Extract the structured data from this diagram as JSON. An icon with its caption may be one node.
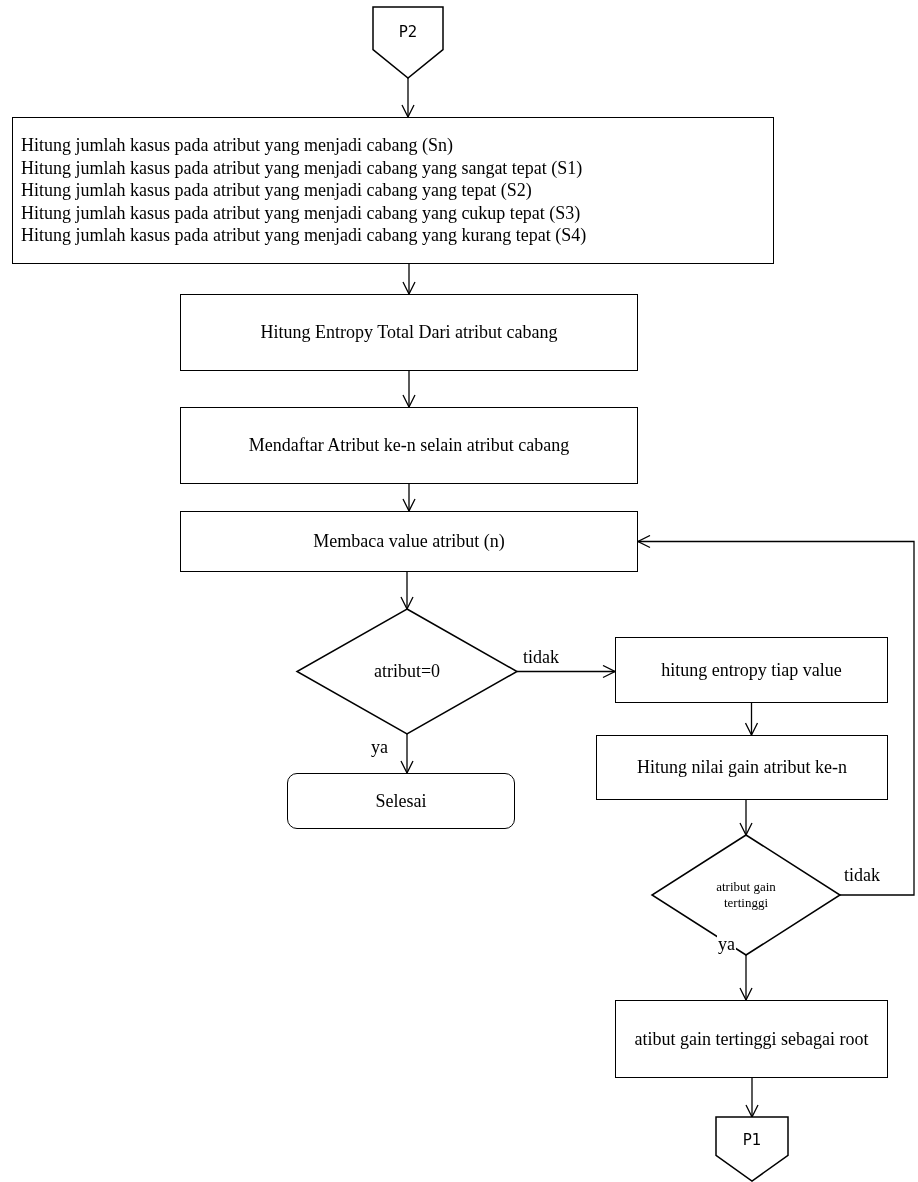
{
  "diagram": {
    "nodes": [
      {
        "text": [
          "P2"
        ]
      },
      {
        "text": [
          "Hitung jumlah kasus pada atribut yang menjadi cabang (Sn)",
          "Hitung jumlah kasus pada atribut yang menjadi cabang yang sangat tepat (S1)",
          "Hitung jumlah kasus pada atribut yang menjadi cabang yang tepat (S2)",
          "Hitung jumlah kasus pada atribut yang menjadi cabang yang cukup tepat (S3)",
          "Hitung jumlah kasus pada atribut yang menjadi cabang yang kurang tepat (S4)"
        ]
      },
      {
        "text": [
          "Hitung Entropy Total Dari atribut cabang"
        ]
      },
      {
        "text": [
          "Mendaftar Atribut ke-n selain atribut cabang"
        ]
      },
      {
        "text": [
          "Membaca value atribut (n)"
        ]
      },
      {
        "text": [
          "atribut=0"
        ]
      },
      {
        "text": [
          "Selesai"
        ]
      },
      {
        "text": [
          "hitung entropy tiap value"
        ]
      },
      {
        "text": [
          "Hitung nilai gain atribut ke-n"
        ]
      },
      {
        "text": [
          "atribut gain tertinggi"
        ]
      },
      {
        "text": [
          "atibut gain tertinggi sebagai root"
        ]
      },
      {
        "text": [
          "P1"
        ]
      }
    ],
    "edges": [
      {
        "from": 0,
        "to": 1,
        "arrow": "to"
      },
      {
        "from": 1,
        "to": 2,
        "arrow": "to"
      },
      {
        "from": 2,
        "to": 3,
        "arrow": "to"
      },
      {
        "from": 3,
        "to": 4,
        "arrow": "to"
      },
      {
        "from": 4,
        "to": 5,
        "arrow": "to"
      },
      {
        "from": 5,
        "to": 6,
        "arrow": "to",
        "label": "ya"
      },
      {
        "from": 5,
        "to": 7,
        "arrow": "to",
        "label": "tidak"
      },
      {
        "from": 7,
        "to": 8,
        "arrow": "to"
      },
      {
        "from": 8,
        "to": 9,
        "arrow": "to"
      },
      {
        "from": 9,
        "to": 10,
        "arrow": "to",
        "label": "ya"
      },
      {
        "from": 9,
        "to": 4,
        "arrow": "to",
        "label": "tidak"
      },
      {
        "from": 10,
        "to": 11,
        "arrow": "to"
      }
    ]
  }
}
